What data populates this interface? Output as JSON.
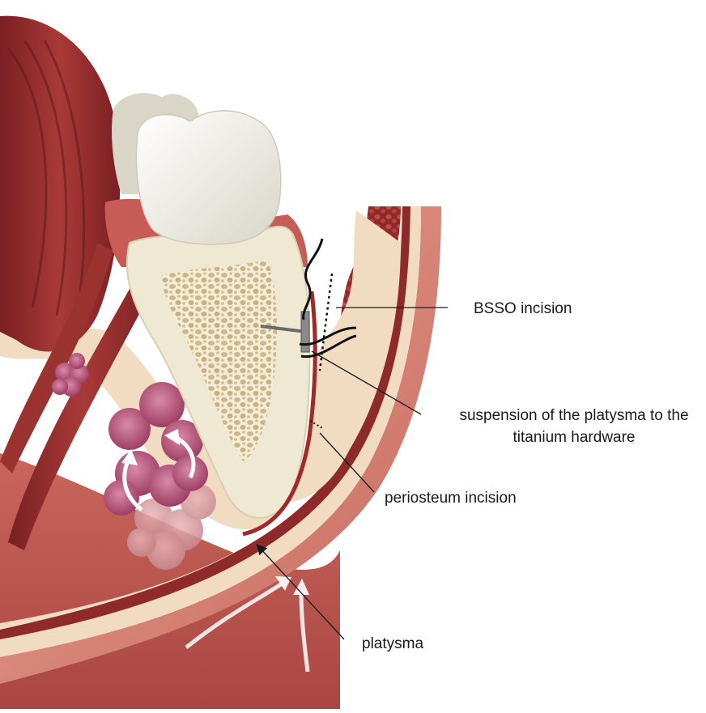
{
  "labels": {
    "bsso_incision": "BSSO incision",
    "suspension_line1": "suspension of the platysma to the",
    "suspension_line2": "titanium hardware",
    "periosteum_incision": "periosteum incision",
    "platysma": "platysma"
  },
  "colors": {
    "muscle_dark": "#8e2a2a",
    "muscle_mid": "#b5473f",
    "skin_outer": "#d98a7e",
    "fat_tissue": "#f1dcc2",
    "bone_cortex": "#efe8d2",
    "bone_marrow": "#d9c79a",
    "tooth": "#f2f1ea",
    "gland": "#b9557a",
    "leader_line": "#1a1a1a"
  }
}
